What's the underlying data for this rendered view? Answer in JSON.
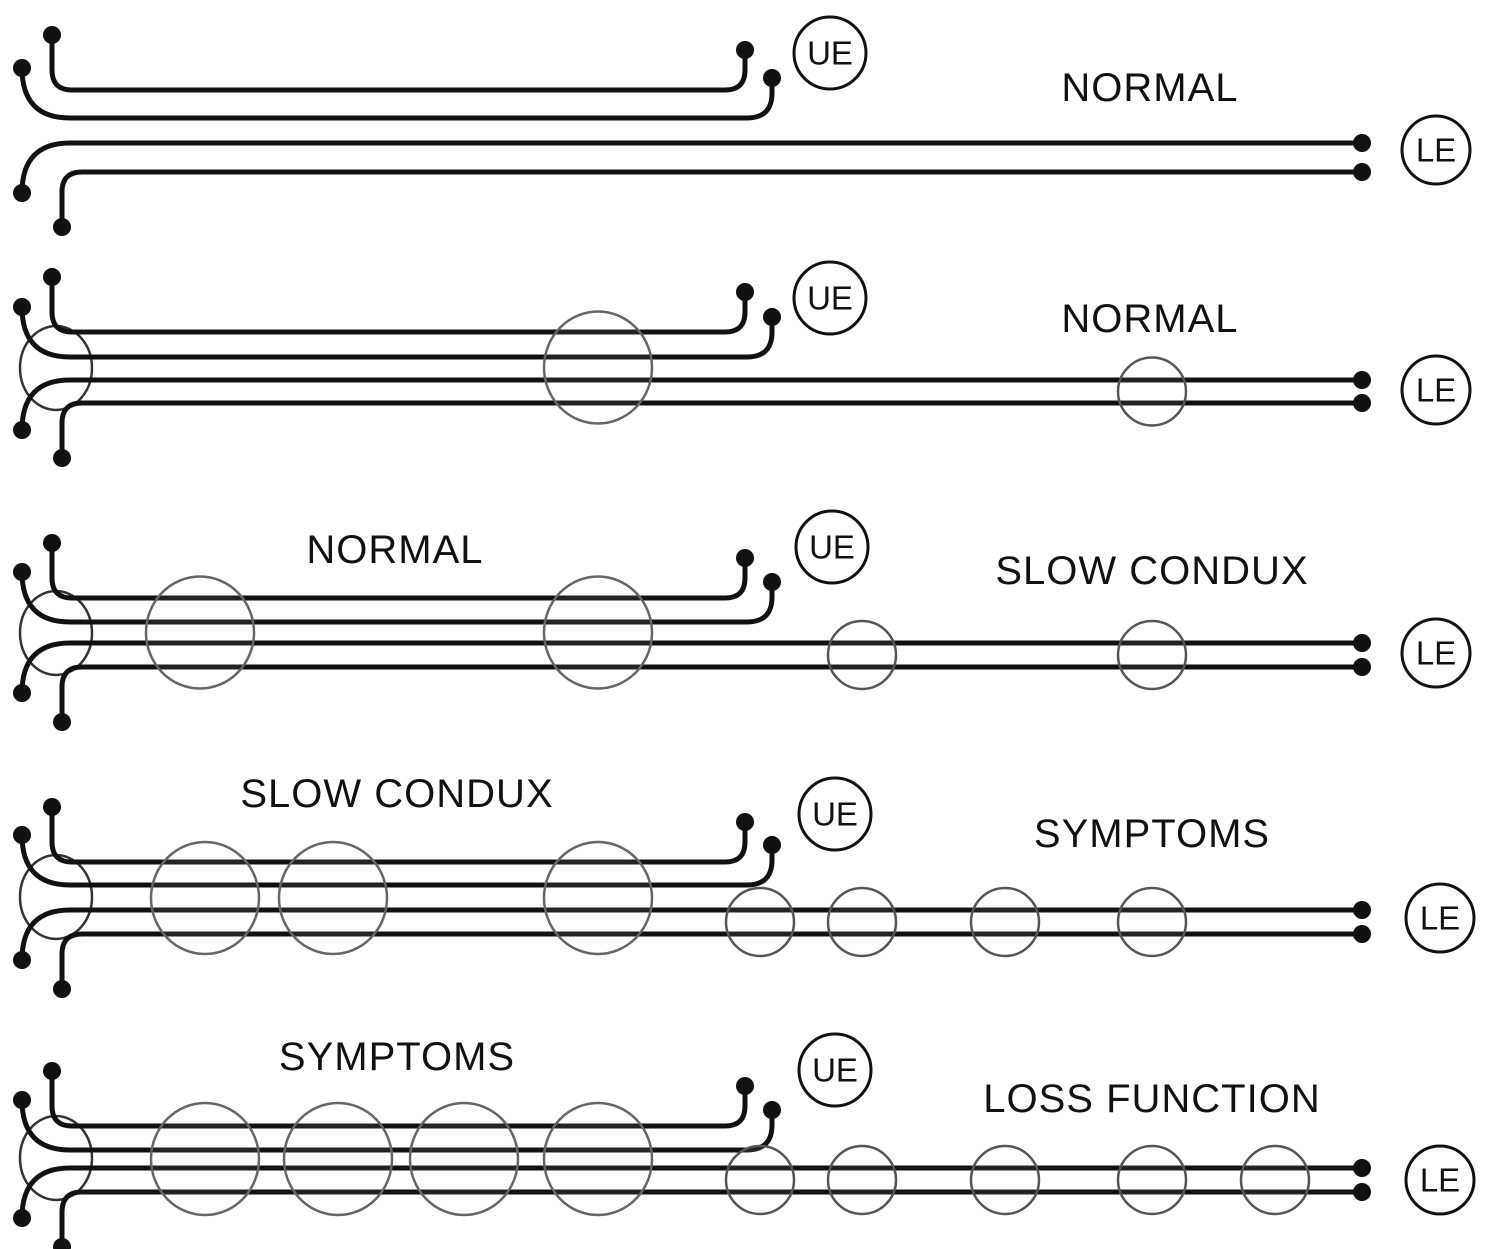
{
  "badges": {
    "upper": "UE",
    "lower": "LE"
  },
  "panels": [
    {
      "upper_status": "",
      "lower_status": "NORMAL",
      "origin_circle": false,
      "upper_lesions": 0,
      "mid_lesion": false,
      "lower_lesions": 0
    },
    {
      "upper_status": "",
      "lower_status": "NORMAL",
      "origin_circle": true,
      "upper_lesions": 1,
      "mid_lesion": false,
      "lower_lesions": 1
    },
    {
      "upper_status": "NORMAL",
      "lower_status": "SLOW CONDUX",
      "origin_circle": true,
      "upper_lesions": 2,
      "mid_lesion": false,
      "lower_lesions": 2
    },
    {
      "upper_status": "SLOW CONDUX",
      "lower_status": "SYMPTOMS",
      "origin_circle": true,
      "upper_lesions": 3,
      "mid_lesion": true,
      "lower_lesions": 3
    },
    {
      "upper_status": "SYMPTOMS",
      "lower_status": "LOSS FUNCTION",
      "origin_circle": true,
      "upper_lesions": 4,
      "mid_lesion": true,
      "lower_lesions": 4
    }
  ]
}
